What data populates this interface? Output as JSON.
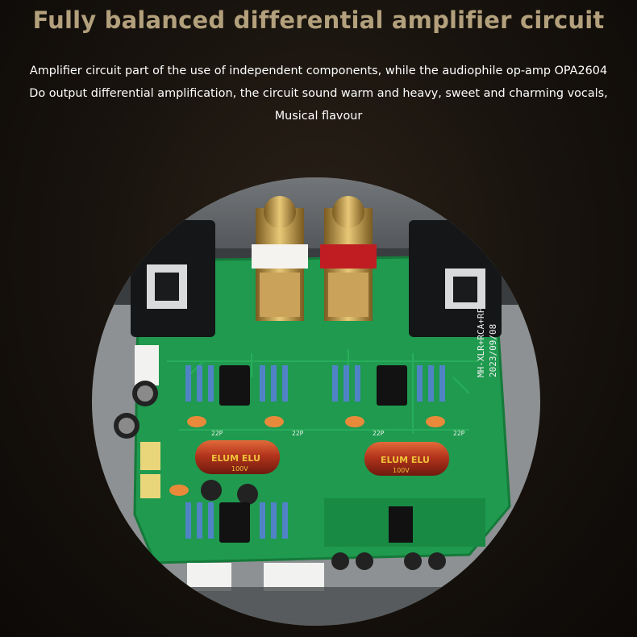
{
  "header": {
    "title": "Fully balanced differential amplifier circuit",
    "description_lines": [
      "Amplifier circuit part of the use of independent components, while the audiophile op-amp OPA2604",
      "Do output differential amplification, the circuit sound warm and heavy, sweet and charming vocals,",
      "Musical flavour"
    ]
  },
  "board": {
    "silkscreen_model": "MH-XLR+RCA+RF",
    "silkscreen_date": "2023/09/08",
    "capacitor_text": "ELUM ELU",
    "capacitor_voltage": "100V",
    "cap_labels": [
      "22P",
      "22P",
      "22P",
      "22P"
    ],
    "colors": {
      "pcb": "#1f9a4f",
      "background": "#1a140f"
    }
  }
}
